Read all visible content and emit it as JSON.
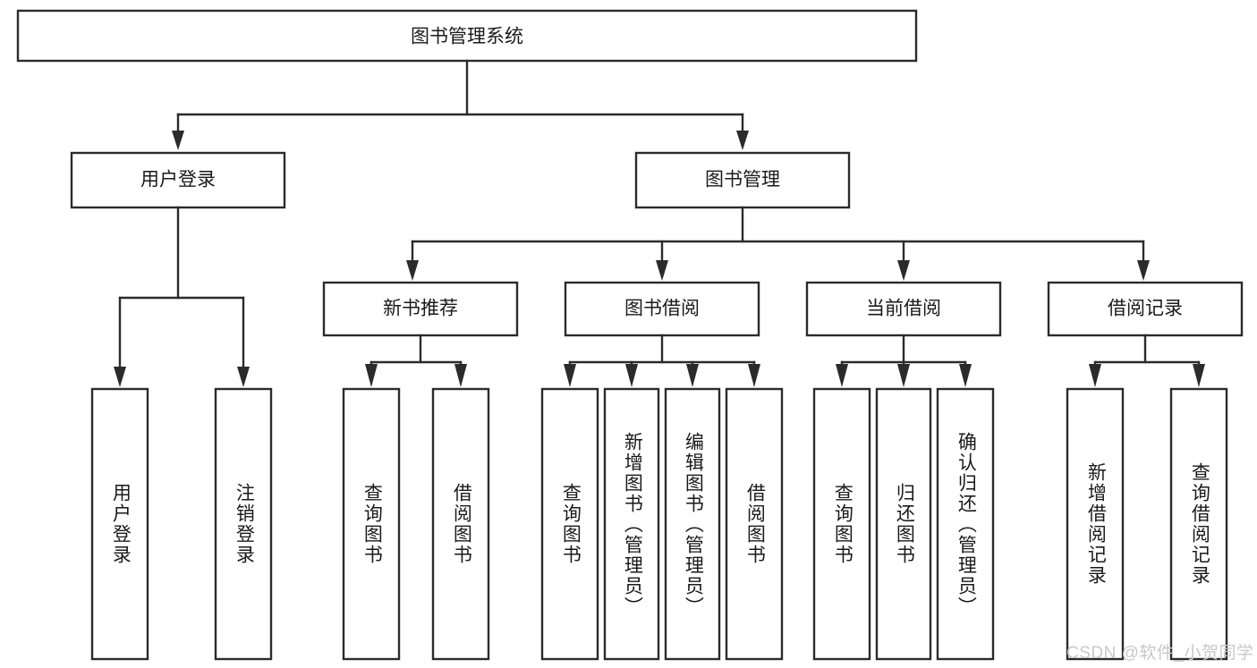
{
  "diagram": {
    "type": "tree-hierarchy",
    "title_node": {
      "label": "图书管理系统"
    },
    "level2": [
      {
        "label": "用户登录"
      },
      {
        "label": "图书管理"
      }
    ],
    "level3": [
      {
        "label": "新书推荐"
      },
      {
        "label": "图书借阅"
      },
      {
        "label": "当前借阅"
      },
      {
        "label": "借阅记录"
      }
    ],
    "leaves": {
      "user_login": [
        {
          "label": "用户登录"
        },
        {
          "label": "注销登录"
        }
      ],
      "new_book_recommend": [
        {
          "label": "查询图书"
        },
        {
          "label": "借阅图书"
        }
      ],
      "book_borrow": [
        {
          "label": "查询图书"
        },
        {
          "label": "新增图书（管理员）"
        },
        {
          "label": "编辑图书（管理员）"
        },
        {
          "label": "借阅图书"
        }
      ],
      "current_borrow": [
        {
          "label": "查询图书"
        },
        {
          "label": "归还图书"
        },
        {
          "label": "确认归还（管理员）"
        }
      ],
      "borrow_record": [
        {
          "label": "新增借阅记录"
        },
        {
          "label": "查询借阅记录"
        }
      ]
    },
    "watermark": {
      "text": "CSDN @软件_小贺同学"
    },
    "colors": {
      "stroke": "#2b2b2b",
      "box_fill": "#ffffff",
      "text": "#1a1a1a",
      "watermark": "#c8c8c8",
      "background": "#ffffff"
    }
  }
}
